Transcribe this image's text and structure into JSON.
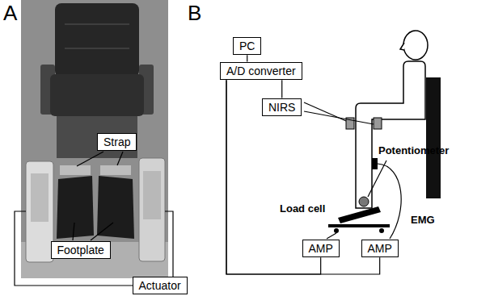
{
  "diagram": {
    "nodes": [
      {
        "text": [
          "Strap"
        ]
      },
      {
        "text": [
          "Footplate"
        ]
      },
      {
        "text": [
          "Actuator"
        ]
      },
      {
        "text": [
          "PC"
        ]
      },
      {
        "text": [
          "A/D converter"
        ]
      },
      {
        "text": [
          "NIRS"
        ]
      },
      {
        "text": [
          "AMP"
        ]
      },
      {
        "text": [
          "AMP"
        ]
      }
    ],
    "edges": [
      {
        "from": 3,
        "to": 4,
        "arrow": "none"
      },
      {
        "from": 4,
        "to": 5,
        "arrow": "none"
      },
      {
        "from": 4,
        "to": 6,
        "arrow": "none"
      },
      {
        "from": 4,
        "to": 7,
        "arrow": "none"
      }
    ],
    "labels": [
      "A",
      "B",
      "Potentiometer",
      "Load cell",
      "EMG"
    ]
  }
}
